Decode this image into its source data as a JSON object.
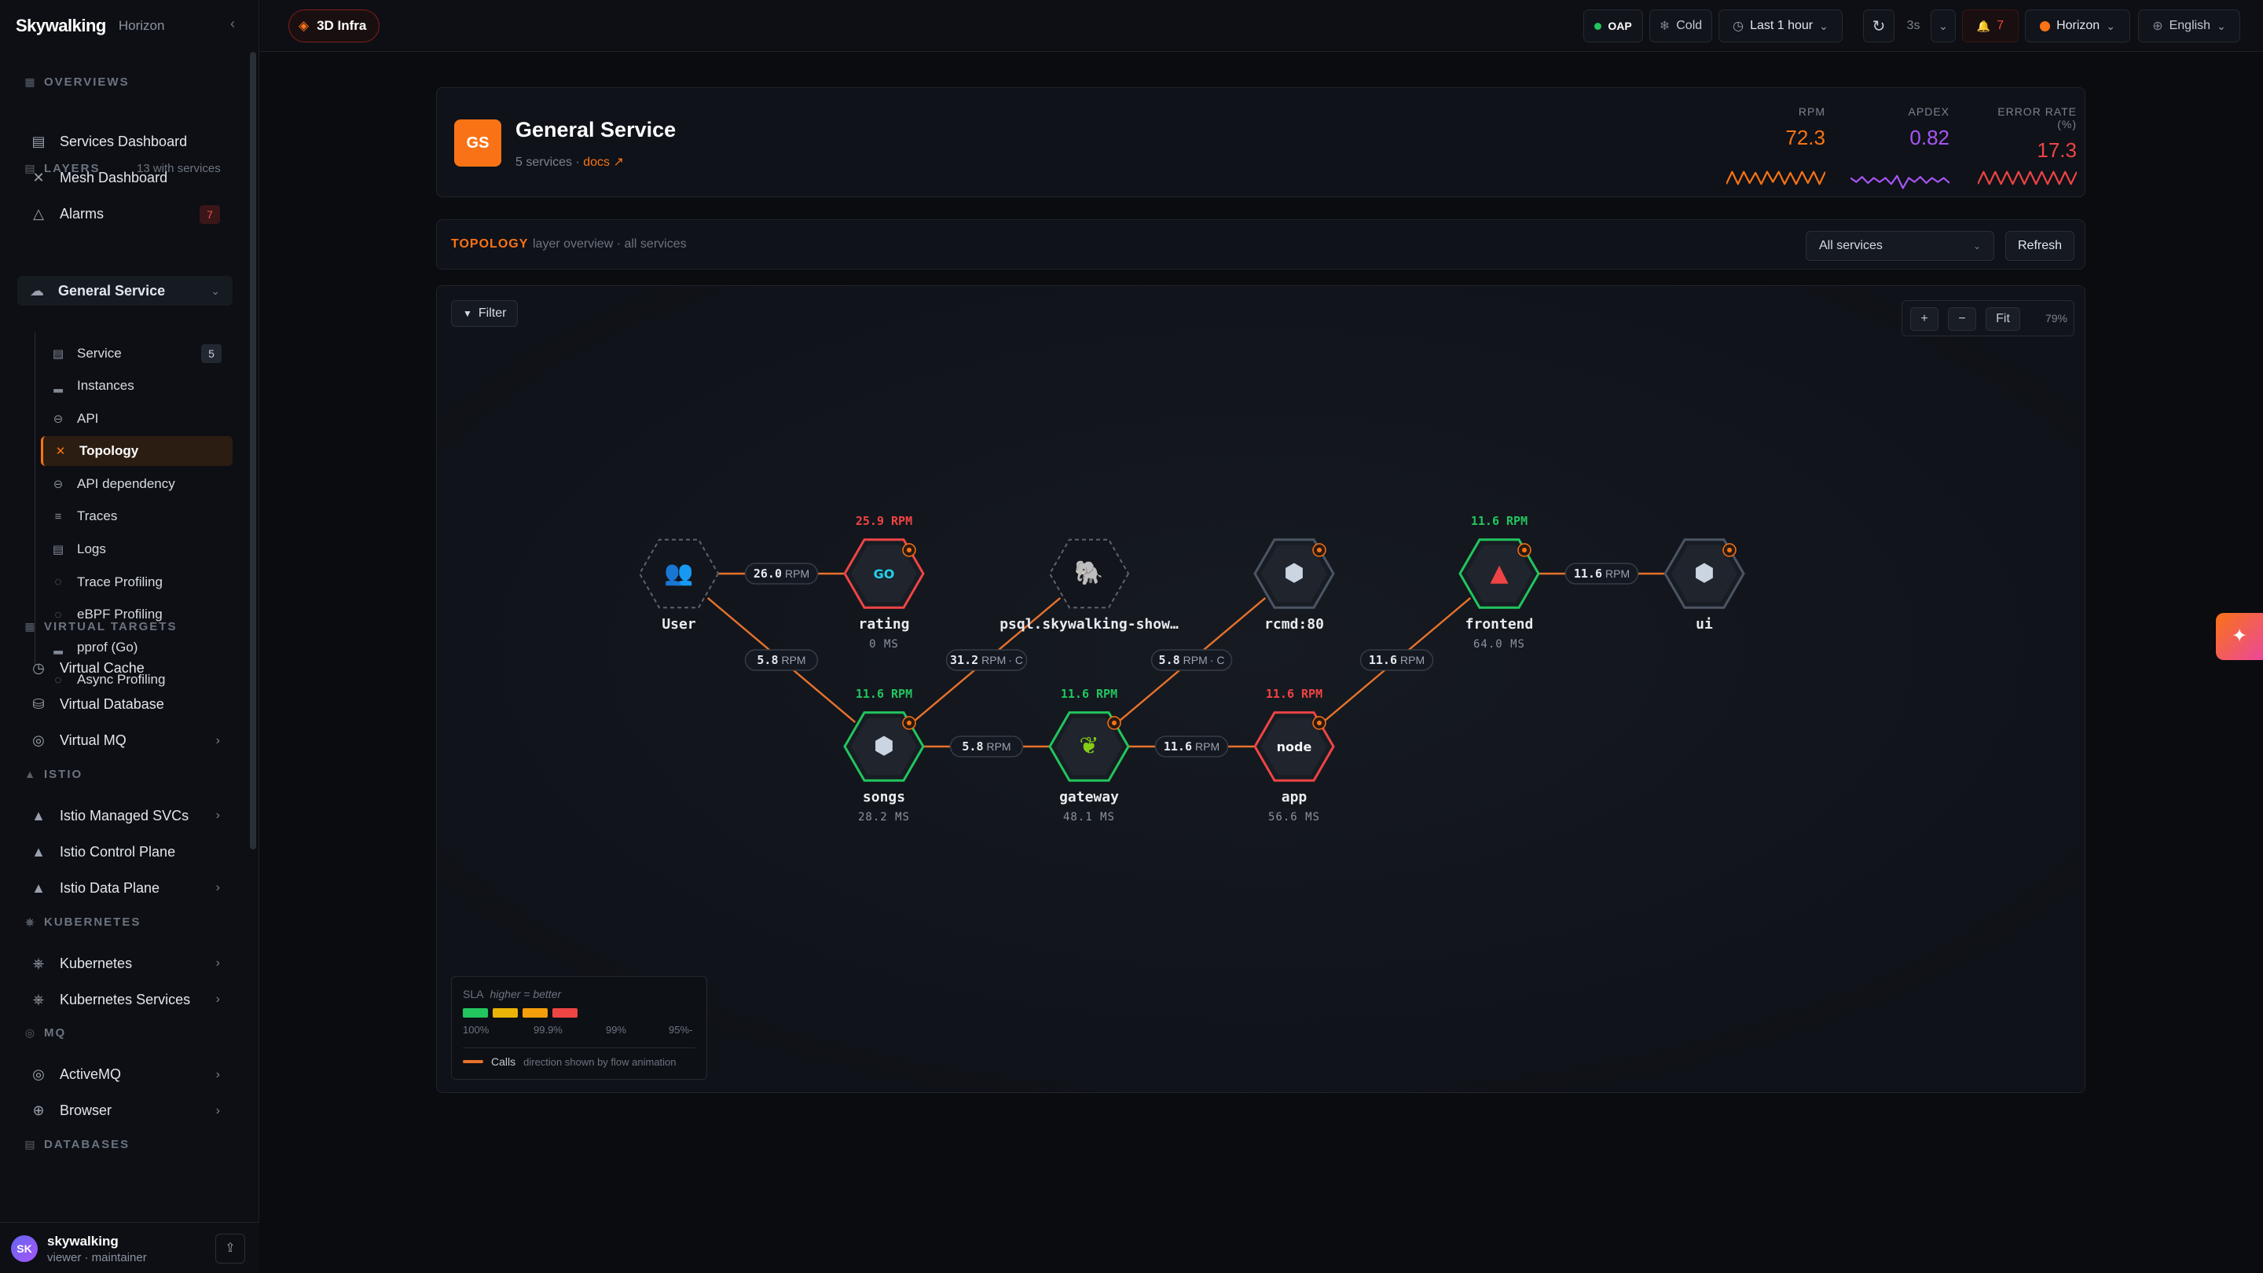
{
  "app": {
    "logo": "Skywalking",
    "product": "Horizon",
    "collapse_glyph": "‹"
  },
  "sidebar": {
    "sections": [
      {
        "key": "overviews",
        "label": "OVERVIEWS",
        "glyph": "▦"
      },
      {
        "key": "layers",
        "label": "LAYERS",
        "glyph": "▤",
        "extra": "13 with services"
      },
      {
        "key": "virtual",
        "label": "VIRTUAL TARGETS",
        "glyph": "▦"
      },
      {
        "key": "istio",
        "label": "ISTIO",
        "glyph": "▲"
      },
      {
        "key": "k8s",
        "label": "KUBERNETES",
        "glyph": "⎈"
      },
      {
        "key": "mq",
        "label": "MQ",
        "glyph": "◎"
      },
      {
        "key": "db",
        "label": "DATABASES",
        "glyph": "▤"
      }
    ],
    "overviews": [
      {
        "label": "Services Dashboard",
        "glyph": "▤",
        "icon": "dashboard-icon"
      },
      {
        "label": "Mesh Dashboard",
        "glyph": "✕",
        "icon": "mesh-icon"
      },
      {
        "label": "Alarms",
        "glyph": "△",
        "icon": "alarm-icon",
        "count": "7"
      }
    ],
    "layer_group": {
      "label": "General Service",
      "glyph": "☁",
      "chevron": "⌄"
    },
    "layer_items": [
      {
        "label": "Service",
        "glyph": "▤",
        "badge": "5"
      },
      {
        "label": "Instances",
        "glyph": "▂"
      },
      {
        "label": "API",
        "glyph": "⊖"
      },
      {
        "label": "Topology",
        "glyph": "✕",
        "active": true
      },
      {
        "label": "API dependency",
        "glyph": "⊖"
      },
      {
        "label": "Traces",
        "glyph": "≡"
      },
      {
        "label": "Logs",
        "glyph": "▤"
      },
      {
        "label": "Trace Profiling",
        "glyph": "◌"
      },
      {
        "label": "eBPF Profiling",
        "glyph": "◌"
      },
      {
        "label": "pprof (Go)",
        "glyph": "▂"
      },
      {
        "label": "Async Profiling",
        "glyph": "◌"
      }
    ],
    "virtual": [
      {
        "label": "Virtual Cache",
        "glyph": "◷"
      },
      {
        "label": "Virtual Database",
        "glyph": "⛁"
      },
      {
        "label": "Virtual MQ",
        "glyph": "◎",
        "chevron": "›"
      }
    ],
    "istio": [
      {
        "label": "Istio Managed SVCs",
        "glyph": "▲",
        "chevron": "›"
      },
      {
        "label": "Istio Control Plane",
        "glyph": "▲"
      },
      {
        "label": "Istio Data Plane",
        "glyph": "▲",
        "chevron": "›"
      }
    ],
    "k8s": [
      {
        "label": "Kubernetes",
        "glyph": "⎈",
        "chevron": "›"
      },
      {
        "label": "Kubernetes Services",
        "glyph": "⎈",
        "chevron": "›"
      }
    ],
    "mq": [
      {
        "label": "ActiveMQ",
        "glyph": "◎",
        "chevron": "›"
      },
      {
        "label": "Browser",
        "glyph": "⊕",
        "chevron": "›"
      }
    ],
    "user": {
      "initials": "SK",
      "name": "skywalking",
      "role": "viewer · maintainer",
      "action_glyph": "⇪"
    }
  },
  "topbar": {
    "infra": {
      "label": "3D Infra",
      "glyph": "◈"
    },
    "oap": {
      "label": "OAP",
      "color": "#22c55e"
    },
    "cold": {
      "label": "Cold",
      "glyph": "❄"
    },
    "time": {
      "label": "Last 1 hour",
      "glyph": "◷",
      "chevron": "⌄"
    },
    "refresh_glyph": "↻",
    "interval": "3s",
    "interval_chevron": "⌄",
    "alerts": {
      "count": "7",
      "glyph": "🔔"
    },
    "theme": {
      "label": "Horizon",
      "color": "#f97316",
      "chevron": "⌄"
    },
    "language": {
      "label": "English",
      "glyph": "⊕",
      "chevron": "⌄"
    }
  },
  "service": {
    "avatar": "GS",
    "title": "General Service",
    "count_text": "5 services ·",
    "docs_text": "docs ↗",
    "metrics": [
      {
        "label": "RPM",
        "value": "72.3",
        "color": "#f97316",
        "spark": [
          0.3,
          0.9,
          0.3,
          0.9,
          0.35,
          0.85,
          0.3,
          0.9,
          0.4,
          0.9,
          0.3,
          0.85,
          0.3,
          0.9,
          0.35,
          0.9,
          0.3,
          0.9
        ]
      },
      {
        "label": "APDEX",
        "value": "0.82",
        "color": "#a855f7",
        "spark": [
          0.6,
          0.4,
          0.65,
          0.35,
          0.6,
          0.4,
          0.6,
          0.3,
          0.7,
          0.1,
          0.6,
          0.4,
          0.65,
          0.35,
          0.6,
          0.4,
          0.6,
          0.35
        ]
      },
      {
        "label": "ERROR RATE (%)",
        "value": "17.3",
        "color": "#ef4444",
        "spark": [
          0.3,
          0.9,
          0.3,
          0.9,
          0.3,
          0.9,
          0.3,
          0.9,
          0.3,
          0.9,
          0.3,
          0.9,
          0.3,
          0.9,
          0.3,
          0.9,
          0.3,
          0.9
        ]
      }
    ]
  },
  "topology": {
    "label": "TOPOLOGY",
    "desc": "layer overview · all services",
    "select": {
      "value": "All services",
      "caret": "⌄"
    },
    "refresh": "Refresh",
    "filter": {
      "label": "Filter",
      "glyph": "▼"
    },
    "zoom": {
      "in": "+",
      "out": "−",
      "fit": "Fit",
      "level": "79%"
    },
    "nodes": [
      {
        "id": "user",
        "name": "User",
        "glyph": "👥",
        "glyph_color": "#38bdf8",
        "status": "virtual",
        "rpm": "",
        "lat": ""
      },
      {
        "id": "rating",
        "name": "rating",
        "glyph": "GO",
        "glyph_color": "#22d3ee",
        "status": "bad",
        "rpm": "25.9 RPM",
        "lat": "0 MS"
      },
      {
        "id": "psql",
        "name": "psql.skywalking-show…",
        "glyph": "🐘",
        "glyph_color": "#60a5fa",
        "status": "virtual",
        "rpm": "",
        "lat": ""
      },
      {
        "id": "rcmd",
        "name": "rcmd:80",
        "glyph": "⬢",
        "glyph_color": "#cbd5e1",
        "status": "neutral",
        "rpm": "",
        "lat": ""
      },
      {
        "id": "frontend",
        "name": "frontend",
        "glyph": "▲",
        "glyph_color": "#ef4444",
        "status": "good",
        "rpm": "11.6 RPM",
        "lat": "64.0 MS"
      },
      {
        "id": "ui",
        "name": "ui",
        "glyph": "⬢",
        "glyph_color": "#cbd5e1",
        "status": "neutral",
        "rpm": "",
        "lat": ""
      },
      {
        "id": "songs",
        "name": "songs",
        "glyph": "⬢",
        "glyph_color": "#cbd5e1",
        "status": "good",
        "rpm": "11.6 RPM",
        "lat": "28.2 MS"
      },
      {
        "id": "gateway",
        "name": "gateway",
        "glyph": "❦",
        "glyph_color": "#84cc16",
        "status": "good",
        "rpm": "11.6 RPM",
        "lat": "48.1 MS"
      },
      {
        "id": "app",
        "name": "app",
        "glyph": "node",
        "glyph_color": "#f1f5f9",
        "status": "bad",
        "rpm": "11.6 RPM",
        "lat": "56.6 MS"
      }
    ],
    "edges": [
      {
        "from": "user",
        "to": "rating",
        "label": "26.0",
        "suffix": ""
      },
      {
        "from": "user",
        "to": "songs",
        "label": "5.8",
        "suffix": ""
      },
      {
        "from": "songs",
        "to": "psql",
        "label": "31.2",
        "suffix": "· C"
      },
      {
        "from": "songs",
        "to": "gateway",
        "label": "5.8",
        "suffix": ""
      },
      {
        "from": "gateway",
        "to": "rcmd",
        "label": "5.8",
        "suffix": "· C"
      },
      {
        "from": "gateway",
        "to": "app",
        "label": "11.6",
        "suffix": ""
      },
      {
        "from": "app",
        "to": "frontend",
        "label": "11.6",
        "suffix": ""
      },
      {
        "from": "frontend",
        "to": "ui",
        "label": "11.6",
        "suffix": ""
      }
    ],
    "rpm_unit": "RPM",
    "legend": {
      "title": "SLA",
      "subtitle": "higher = better",
      "swatches": [
        "#22c55e",
        "#eab308",
        "#f59e0b",
        "#ef4444"
      ],
      "ticks": [
        "100%",
        "99.9%",
        "99%",
        "95%-"
      ],
      "calls_label": "Calls",
      "calls_desc": "direction shown by flow animation"
    }
  },
  "ai_button_glyph": "✦"
}
